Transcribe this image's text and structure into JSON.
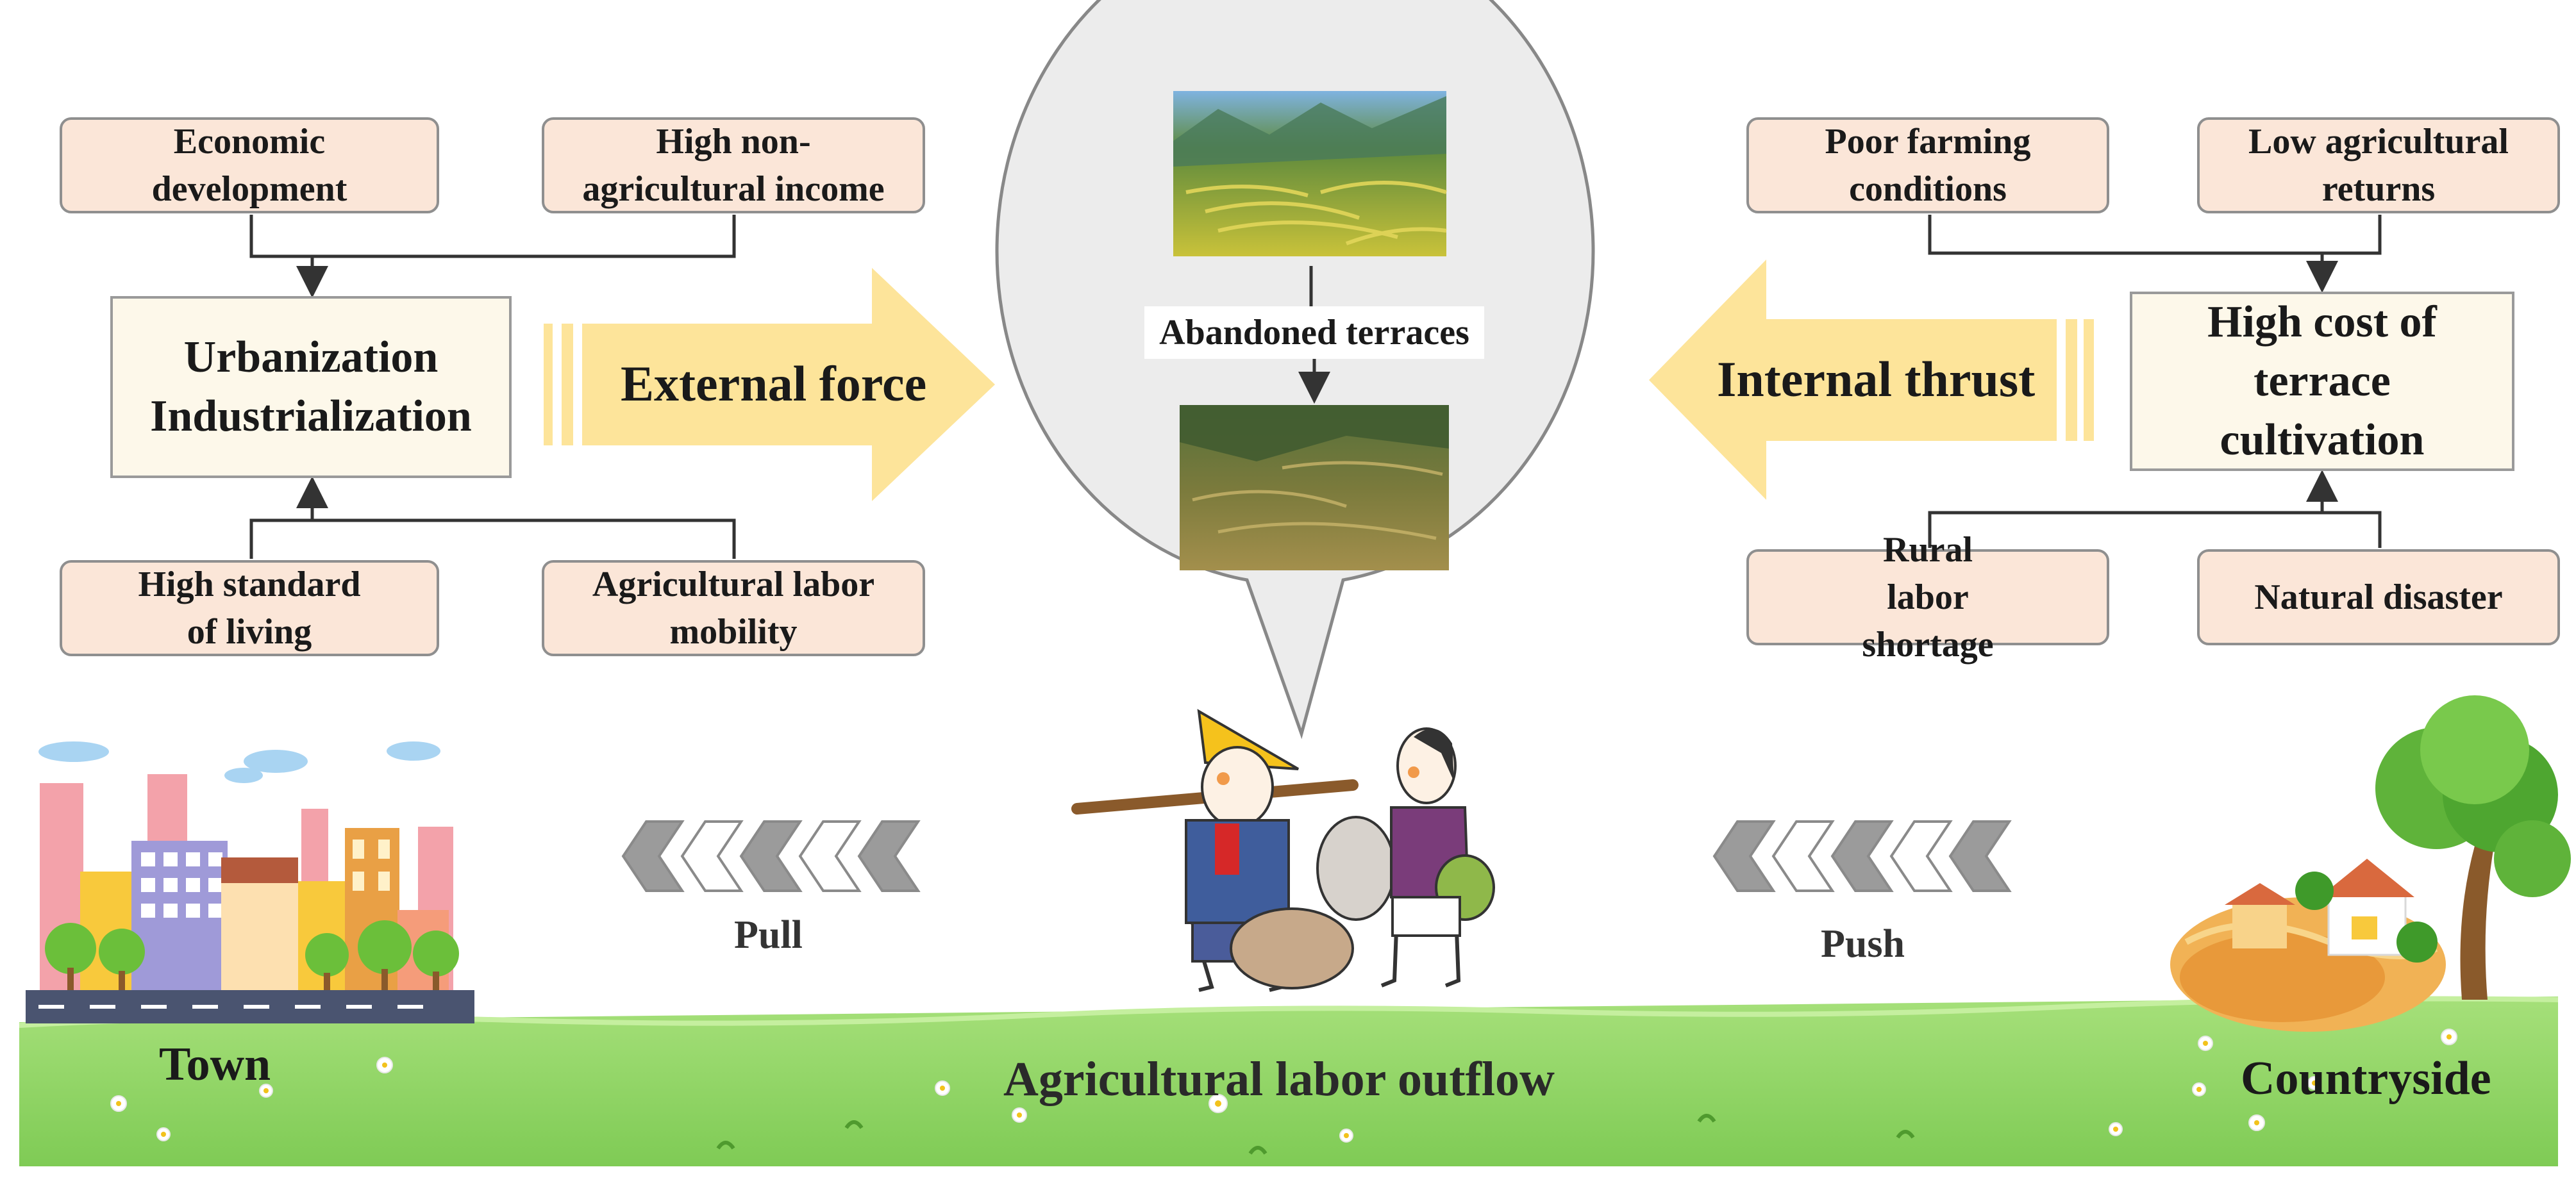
{
  "left_panel": {
    "top_factors": [
      "Economic development",
      "High non-agricultural income"
    ],
    "center": "Urbanization Industrialization",
    "bottom_factors": [
      "High standard of living",
      "Agricultural labor mobility"
    ],
    "arrow_label": "External force"
  },
  "right_panel": {
    "top_factors": [
      "Poor farming conditions",
      "Low agricultural returns"
    ],
    "center": "High cost of terrace cultivation",
    "bottom_factors": [
      "Rural labor shortage",
      "Natural disaster"
    ],
    "arrow_label": "Internal thrust"
  },
  "bubble": {
    "label": "Abandoned terraces"
  },
  "bottom": {
    "pull": "Pull",
    "push": "Push",
    "town": "Town",
    "countryside": "Countryside",
    "outflow": "Agricultural labor outflow"
  },
  "colors": {
    "factor_fill": "#fbe6d8",
    "center_fill": "#fdf8ea",
    "arrow_yellow": "#fde49a",
    "grass": "#8fd36a"
  }
}
